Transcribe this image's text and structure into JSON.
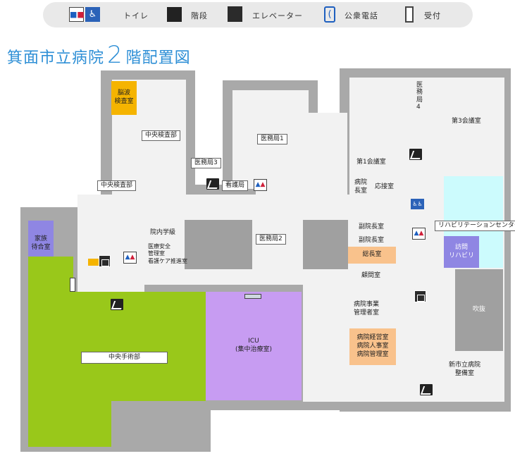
{
  "legend": {
    "toilet": "トイレ",
    "stairs": "階段",
    "elevator": "エレベーター",
    "phone": "公衆電話",
    "reception": "受付"
  },
  "title": {
    "prefix": "箕面市立病院",
    "floor": "2",
    "suffix": "階配置図"
  },
  "rooms": {
    "eeg": "脳波\n検査室",
    "family_wait": "家族\n待合室",
    "surgery": "中央手術部",
    "icu": "ICU\n(集中治療室)",
    "nursing_admin": "院内学級",
    "safety": "医療安全\n管理室\n看護ケア推進室",
    "vice_dir1": "副院長室",
    "vice_dir2": "副院長室",
    "director": "総長室",
    "advisor": "顧問室",
    "business": "病院事業\n管理者室",
    "mgmt": "病院経営室\n病院人事室\n病院管理室",
    "meeting1": "第1会議室",
    "dir_room": "病院\n長室",
    "reception_room": "応接室",
    "meeting3": "第3会議室",
    "visit_rehab": "訪問\nリハビリ",
    "atrium": "吹抜",
    "new_hospital": "新市立病院\n整備室",
    "med4": "医\n務\n局\n4"
  },
  "tags": {
    "central_lab_top": "中央検査部",
    "central_lab_left": "中央検査部",
    "med3": "医務局3",
    "med1": "医務局1",
    "med2": "医務局2",
    "nursing": "看護局",
    "rehab_center": "リハビリテーションセンター",
    "surgery_tag": "中央手術部"
  },
  "colors": {
    "title": "#2e8fd6",
    "surgery": "#99c81a",
    "icu": "#c79cf2",
    "eeg": "#f5b400",
    "family": "#8f86e3",
    "director": "#f9c28c",
    "rehab": "#ccfbfd",
    "wall": "#a9a9a9"
  }
}
